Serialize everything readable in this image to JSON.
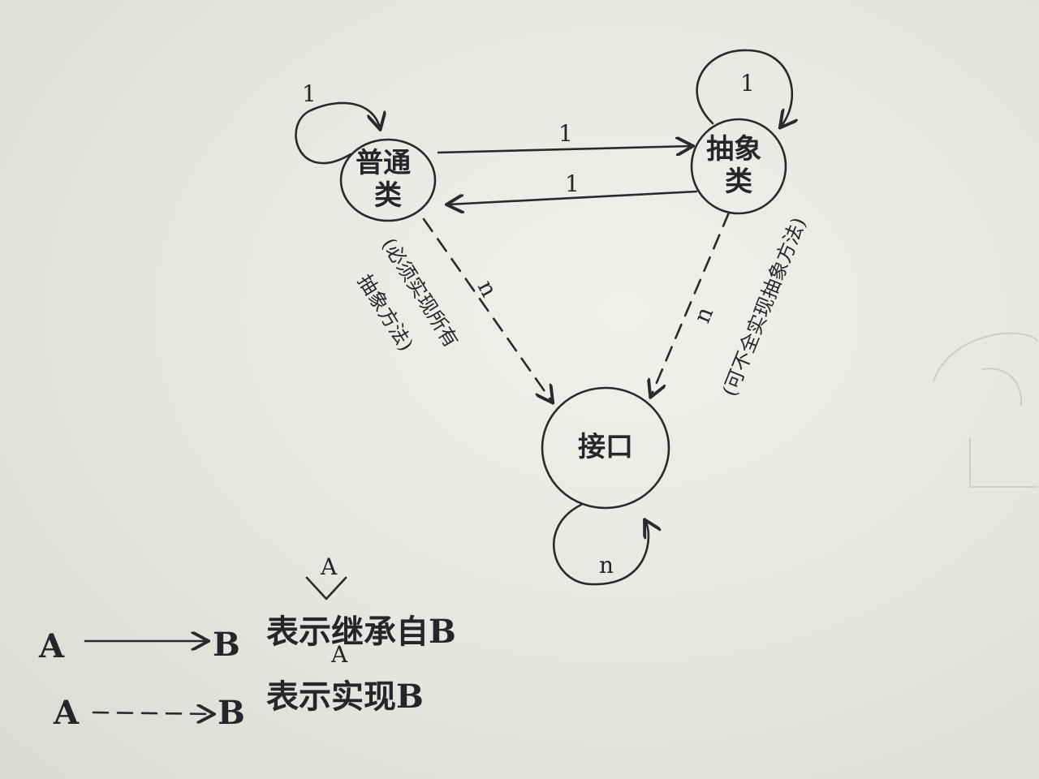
{
  "nodes": {
    "normal_class": "普通类",
    "abstract_class": "抽象类",
    "interface": "接口"
  },
  "edges": {
    "normal_self": "1",
    "abstract_self": "1",
    "normal_to_abstract": "1",
    "abstract_to_normal": "1",
    "normal_to_interface": "n",
    "abstract_to_interface": "n",
    "interface_self": "n"
  },
  "notes": {
    "normal_to_interface_line1": "(必须实现所有",
    "normal_to_interface_line2": "抽象方法)",
    "abstract_to_interface": "(可不全实现抽象方法)"
  },
  "legend": {
    "extends": {
      "from": "A",
      "to": "B",
      "text": "表示继承自B",
      "caret": "A"
    },
    "implements": {
      "from": "A",
      "to": "B",
      "text": "表示实现B",
      "caret": "A"
    }
  }
}
